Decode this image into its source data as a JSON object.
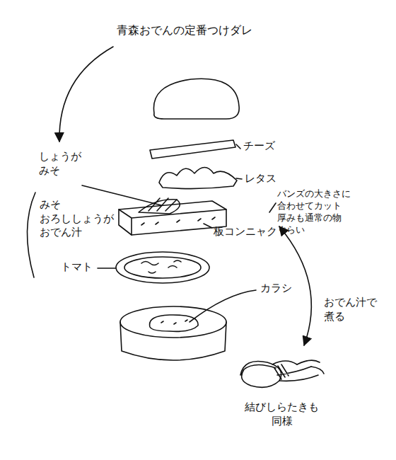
{
  "diagram": {
    "labels": [
      "青森おでんの定番つけダレ",
      "しょうが みそ",
      "みそ おろししょうが おでん汁",
      "チーズ",
      "レタス",
      "板コンニャク",
      "バンズの大きさに 合わせてカット 厚みも通常の物 ぐらい",
      "トマト",
      "カラシ",
      "おでん汁で 煮る",
      "結びしらたきも 同様"
    ]
  }
}
